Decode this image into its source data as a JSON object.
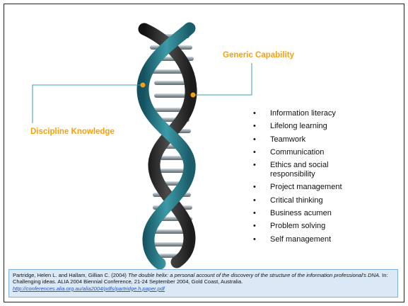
{
  "labels": {
    "generic": "Generic Capability",
    "discipline": "Discipline Knowledge"
  },
  "capabilities": [
    "Information literacy",
    "Lifelong learning",
    "Teamwork",
    "Communication",
    "Ethics and social responsibility",
    "Project management",
    "Critical thinking",
    "Business acumen",
    "Problem solving",
    "Self management"
  ],
  "citation": {
    "authors": "Partridge, Helen L. and Hallam, Gillian C. (2004) ",
    "title": "The double helix: a personal account of the discovery of the structure of the information professional's DNA.",
    "venue": " In: Challenging ideas. ALIA 2004 Biennial Conference, 21-24 September 2004, Gold Coast, Australia. ",
    "url": "http://conferences.alia.org.au/alia2004/pdfs/partridge.h.paper.pdf"
  },
  "colors": {
    "accent": "#f5a00f",
    "connector_line": "#3aa0a8",
    "citation_bg": "#dbe8f6",
    "strand_teal": "#2a7f8f",
    "strand_dark": "#2b2b2b",
    "rung": "#9aa6ad"
  }
}
